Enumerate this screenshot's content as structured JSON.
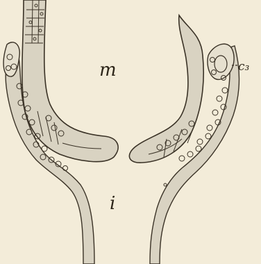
{
  "figure": {
    "labels": {
      "m": "m",
      "i": "i",
      "c3": "c₃"
    },
    "colors": {
      "background": "#f3ecd9",
      "tissue_fill": "#d9d3c2",
      "stroke": "#3a3226"
    }
  }
}
